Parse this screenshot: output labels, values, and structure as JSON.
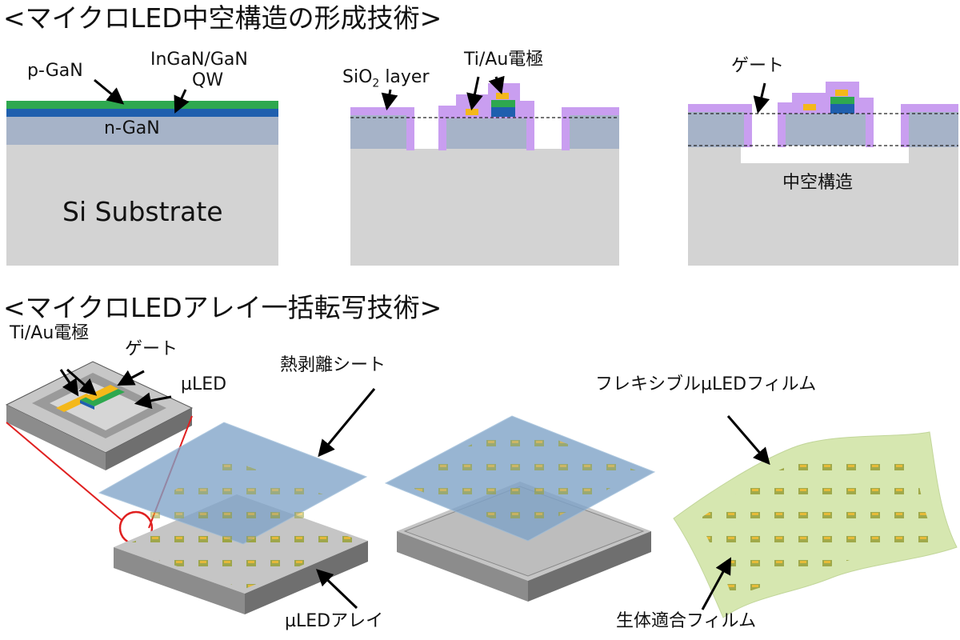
{
  "headings": {
    "hollow_structure": "<マイクロLED中空構造の形成技術>",
    "batch_transfer": "<マイクロLEDアレイ一括転写技術>"
  },
  "cross_section_1": {
    "p_gan": "p-GaN",
    "ingan_gan": "InGaN/GaN",
    "qw": "QW",
    "n_gan": "n-GaN",
    "substrate": "Si Substrate"
  },
  "cross_section_2": {
    "sio2_prefix": "SiO",
    "sio2_sub": "2",
    "sio2_suffix": " layer",
    "electrode": "Ti/Au電極"
  },
  "cross_section_3": {
    "gate": "ゲート",
    "hollow": "中空構造"
  },
  "transfer": {
    "inset_electrode": "Ti/Au電極",
    "inset_gate": "ゲート",
    "inset_uled": "µLED",
    "release_sheet": "熱剥離シート",
    "uled_array": "µLEDアレイ",
    "flexible_film": "フレキシブルµLEDフィルム",
    "biocompatible_film": "生体適合フィルム"
  },
  "colors": {
    "substrate": "#d3d3d3",
    "n_gan": "#a6b3c8",
    "mqw": "#1f5fae",
    "p_gan": "#2ea84f",
    "sio2": "#c99ef0",
    "electrode": "#f4b81a",
    "release_sheet": "#7fa3c8",
    "film": "#d6e7b0",
    "zoom_line": "#e02020"
  }
}
